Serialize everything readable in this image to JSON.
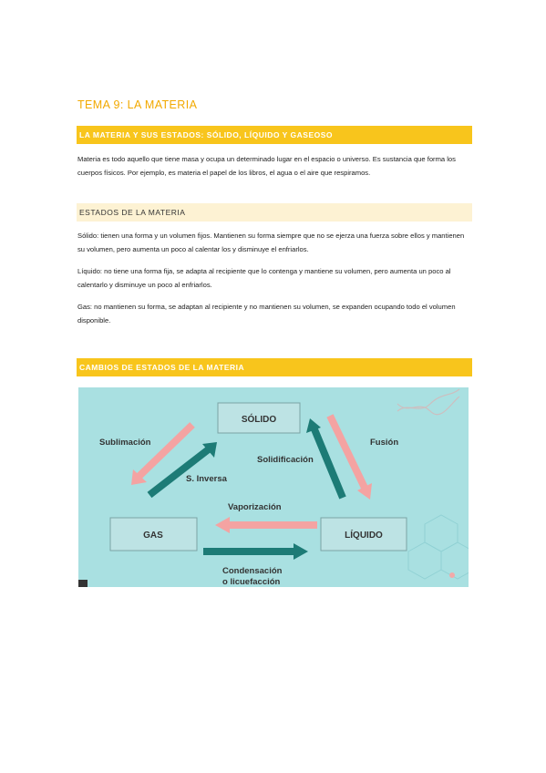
{
  "doc": {
    "title": "TEMA 9: LA MATERIA",
    "section1": {
      "heading": "LA MATERIA Y SUS ESTADOS: SÓLIDO, LÍQUIDO Y GASEOSO",
      "text": "Materia es todo aquello que tiene masa y ocupa un determinado lugar en el espacio o universo. Es sustancia que forma los cuerpos físicos. Por ejemplo, es materia el papel de los libros, el agua o el aire que respiramos."
    },
    "section2": {
      "heading": "ESTADOS DE LA MATERIA",
      "solid": "Sólido: tienen una forma y un volumen fijos. Mantienen su forma siempre que no se ejerza una fuerza sobre ellos y mantienen su volumen, pero aumenta un poco al calentar los y disminuye el enfriarlos.",
      "liquid": "Líquido: no tiene una forma fija, se adapta al recipiente que lo contenga y mantiene su volumen, pero aumenta un poco al calentarlo y disminuye un poco al enfriarlos.",
      "gas": "Gas: no mantienen su forma, se adaptan al recipiente y no mantienen su volumen, se expanden ocupando todo el volumen disponible."
    },
    "section3": {
      "heading": "CAMBIOS DE ESTADOS DE LA MATERIA"
    }
  },
  "diagram": {
    "states": {
      "solid": "SÓLIDO",
      "gas": "GAS",
      "liquid": "LÍQUIDO"
    },
    "labels": {
      "sublimation": "Sublimación",
      "inverse_sublimation": "S. Inversa",
      "fusion": "Fusión",
      "solidification": "Solidificación",
      "vaporization": "Vaporización",
      "condensation_1": "Condensación",
      "condensation_2": "o licuefacción"
    },
    "colors": {
      "background": "#a9e0e1",
      "box_fill": "#bde3e4",
      "box_stroke": "#7aa3a5",
      "pink_arrow": "#f4a3a2",
      "teal_arrow": "#1d7b76"
    }
  }
}
